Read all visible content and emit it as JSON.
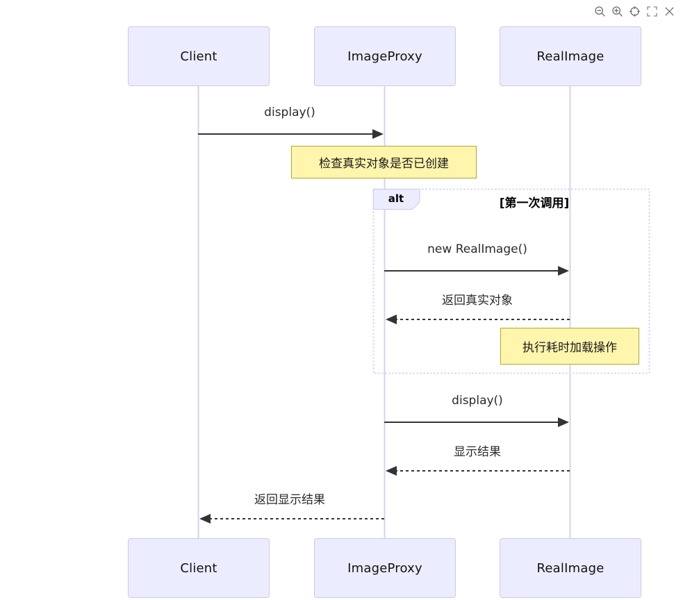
{
  "viewer": {
    "toolbar": [
      {
        "icon": "zoom-out-icon",
        "label": "Zoom out"
      },
      {
        "icon": "zoom-in-icon",
        "label": "Zoom in"
      },
      {
        "icon": "reset-view-icon",
        "label": "Reset view"
      },
      {
        "icon": "fullscreen-icon",
        "label": "Fullscreen"
      },
      {
        "icon": "close-icon",
        "label": "Close"
      }
    ]
  },
  "diagram": {
    "type": "sequence",
    "participants": [
      "Client",
      "ImageProxy",
      "RealImage"
    ],
    "messages": [
      {
        "from": "Client",
        "to": "ImageProxy",
        "label": "display()",
        "line": "solid"
      },
      {
        "from": "ImageProxy",
        "to": "RealImage",
        "label": "new RealImage()",
        "line": "solid"
      },
      {
        "from": "RealImage",
        "to": "ImageProxy",
        "label": "返回真实对象",
        "line": "dashed"
      },
      {
        "from": "ImageProxy",
        "to": "RealImage",
        "label": "display()",
        "line": "solid"
      },
      {
        "from": "RealImage",
        "to": "ImageProxy",
        "label": "显示结果",
        "line": "dashed"
      },
      {
        "from": "ImageProxy",
        "to": "Client",
        "label": "返回显示结果",
        "line": "dashed"
      }
    ],
    "notes": [
      {
        "over": "ImageProxy",
        "text": "检查真实对象是否已创建"
      },
      {
        "over": "RealImage",
        "text": "执行耗时加载操作"
      }
    ],
    "alt_frame": {
      "label": "alt",
      "condition": "[第一次调用]"
    }
  },
  "colors": {
    "actor_fill": "#ECECFF",
    "actor_border": "#CFC7EE",
    "lifeline": "#D8D1F2",
    "note_fill": "#FFF5AD",
    "note_border": "#AAAA33",
    "arrow": "#333333",
    "frame_border": "#CCCCFF",
    "icon": "#6B6B76"
  }
}
